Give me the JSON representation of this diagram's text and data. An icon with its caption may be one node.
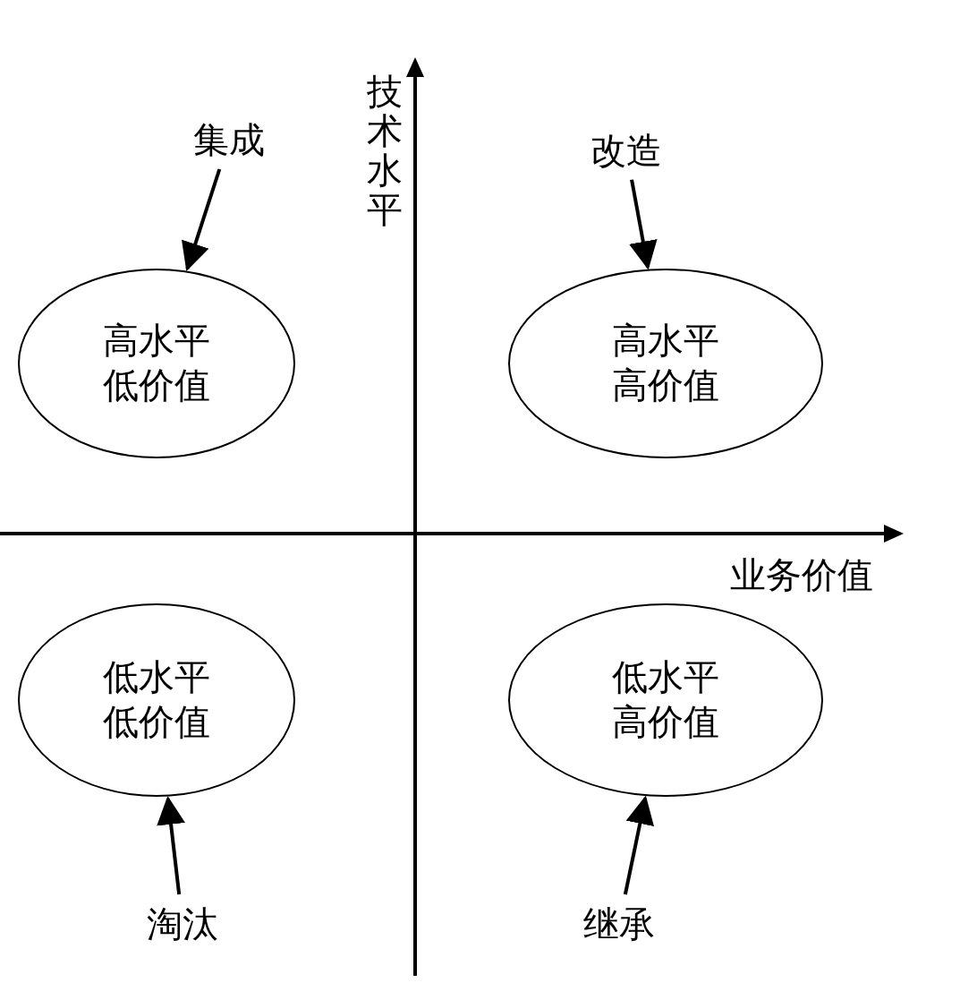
{
  "diagram": {
    "nodes": [
      {
        "text": [
          "集成"
        ]
      },
      {
        "text": [
          "高水平低价值"
        ]
      },
      {
        "text": [
          "改造"
        ]
      },
      {
        "text": [
          "高水平高价值"
        ]
      },
      {
        "text": [
          "低水平低价值"
        ]
      },
      {
        "text": [
          "低水平高价值"
        ]
      },
      {
        "text": [
          "淘汰"
        ]
      },
      {
        "text": [
          "继承"
        ]
      }
    ],
    "edges": [
      {
        "from": 0,
        "to": 1,
        "arrow": "to"
      },
      {
        "from": 2,
        "to": 3,
        "arrow": "to"
      },
      {
        "from": 6,
        "to": 4,
        "arrow": "to"
      },
      {
        "from": 7,
        "to": 5,
        "arrow": "to"
      }
    ],
    "labels": [
      "技术水平",
      "业务价值"
    ]
  }
}
